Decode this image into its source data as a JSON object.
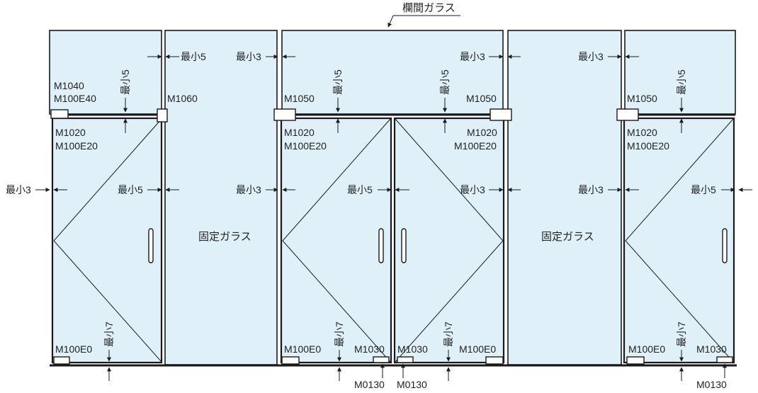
{
  "colors": {
    "glass": "#dff0f8",
    "line": "#1a1a1a"
  },
  "labels": {
    "transom_glass": "欄間ガラス",
    "fixed_glass": "固定ガラス",
    "min3": "最小3",
    "min5": "最小5",
    "min7": "最小7",
    "m1040": "M1040",
    "m100e40": "M100E40",
    "m1060": "M1060",
    "m1050": "M1050",
    "m1020": "M1020",
    "m100e20": "M100E20",
    "m100e0": "M100E0",
    "m1030": "M1030",
    "m0130": "M0130"
  }
}
